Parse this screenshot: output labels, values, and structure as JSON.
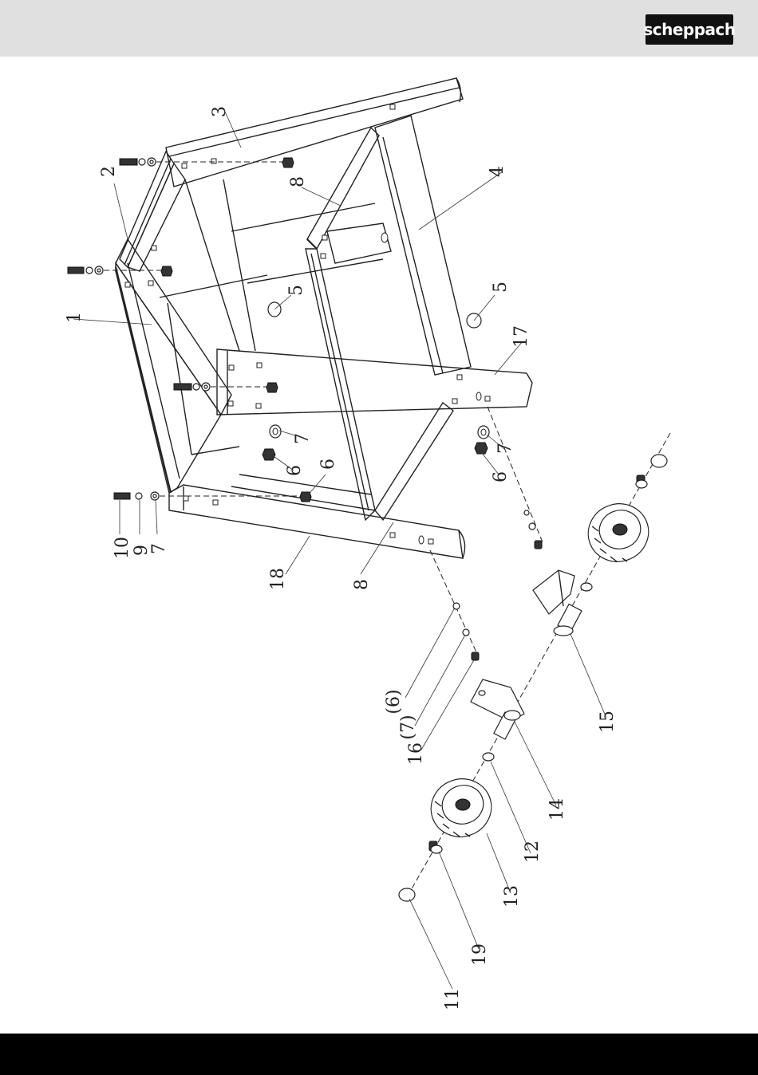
{
  "header": {
    "brand": "scheppach",
    "background": "#e0e0e0",
    "logo_background": "#111111"
  },
  "footer": {
    "background": "#000000"
  },
  "diagram": {
    "labels": {
      "p1": "1",
      "p2": "2",
      "p3": "3",
      "p4": "4",
      "p5a": "5",
      "p5b": "5",
      "p6a": "6",
      "p6b": "6",
      "p6c": "6",
      "p6d": "(6)",
      "p7a": "7",
      "p7b": "7",
      "p7c": "7",
      "p7d": "(7)",
      "p8a": "8",
      "p8b": "8",
      "p9": "9",
      "p10": "10",
      "p11": "11",
      "p12": "12",
      "p13": "13",
      "p14": "14",
      "p15": "15",
      "p16": "16",
      "p17": "17",
      "p18": "18",
      "p19": "19"
    }
  }
}
